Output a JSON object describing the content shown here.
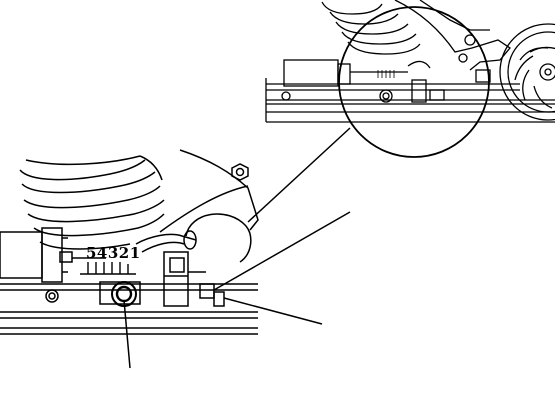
{
  "figure": {
    "scale_label": "54321",
    "detail_view": "magnified-detail-circle",
    "callouts": [
      "leader-line-top",
      "leader-line-right",
      "leader-line-bottom"
    ]
  }
}
